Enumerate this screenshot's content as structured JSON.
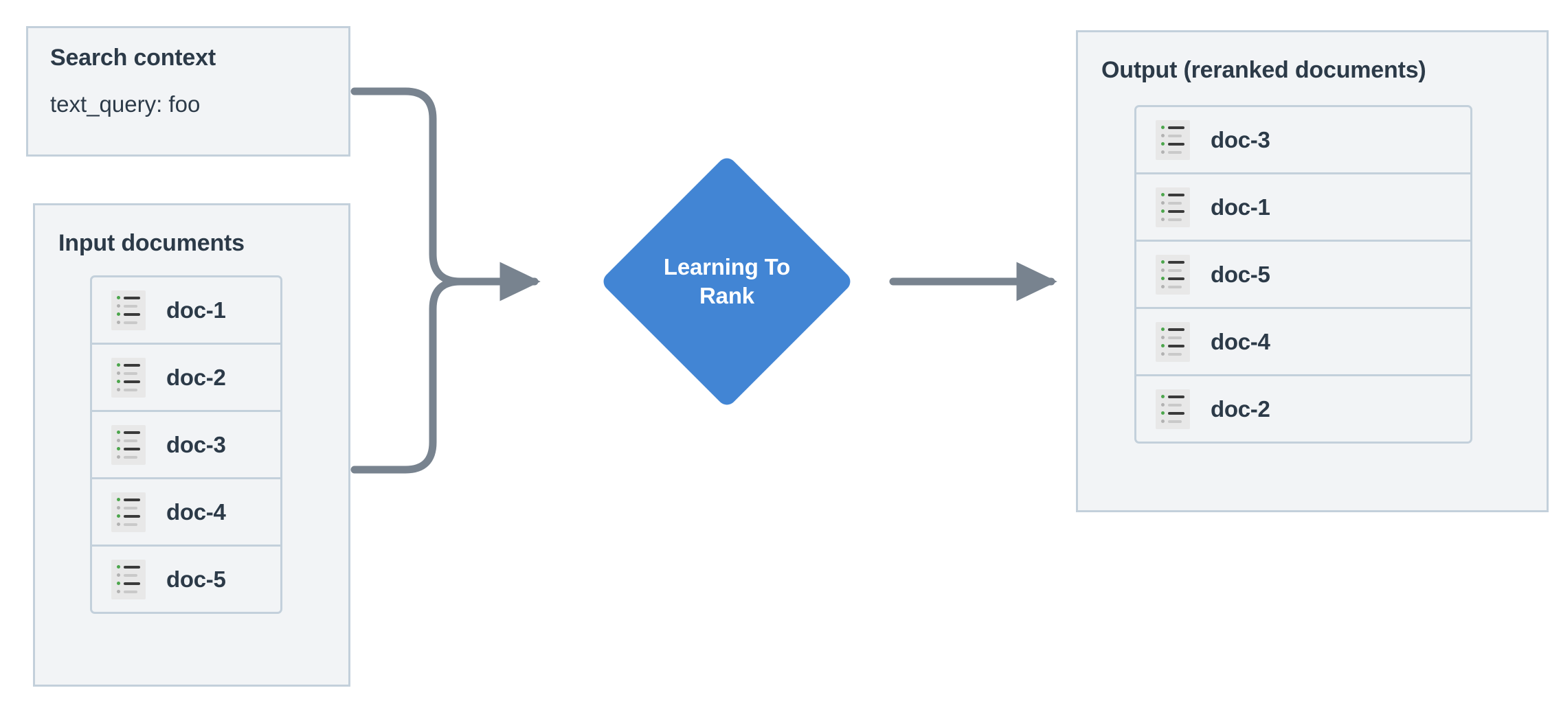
{
  "diagram": {
    "title": "Learning To Rank reranking flow",
    "colors": {
      "panel_fill": "#F2F4F6",
      "panel_border": "#C3D0DB",
      "text": "#2C3A48",
      "node_fill": "#4285D4",
      "node_text": "#FFFFFF",
      "connector": "#78838F",
      "icon_bullet_active": "#4CA64C",
      "icon_bullet_muted": "#B2B2B2"
    }
  },
  "search_context": {
    "title": "Search context",
    "value": "text_query: foo"
  },
  "input_documents": {
    "title": "Input documents",
    "items": [
      {
        "label": "doc-1",
        "icon": "document-list-icon"
      },
      {
        "label": "doc-2",
        "icon": "document-list-icon"
      },
      {
        "label": "doc-3",
        "icon": "document-list-icon"
      },
      {
        "label": "doc-4",
        "icon": "document-list-icon"
      },
      {
        "label": "doc-5",
        "icon": "document-list-icon"
      }
    ]
  },
  "process_node": {
    "label": "Learning To\nRank",
    "shape": "diamond"
  },
  "output": {
    "title": "Output (reranked documents)",
    "items": [
      {
        "label": "doc-3",
        "icon": "document-list-icon"
      },
      {
        "label": "doc-1",
        "icon": "document-list-icon"
      },
      {
        "label": "doc-5",
        "icon": "document-list-icon"
      },
      {
        "label": "doc-4",
        "icon": "document-list-icon"
      },
      {
        "label": "doc-2",
        "icon": "document-list-icon"
      }
    ]
  },
  "connectors": [
    {
      "from": "search-context",
      "to": "learning-to-rank",
      "style": "elbow-arrow"
    },
    {
      "from": "input-documents",
      "to": "learning-to-rank",
      "style": "elbow-arrow"
    },
    {
      "from": "learning-to-rank",
      "to": "output",
      "style": "straight-arrow"
    }
  ]
}
